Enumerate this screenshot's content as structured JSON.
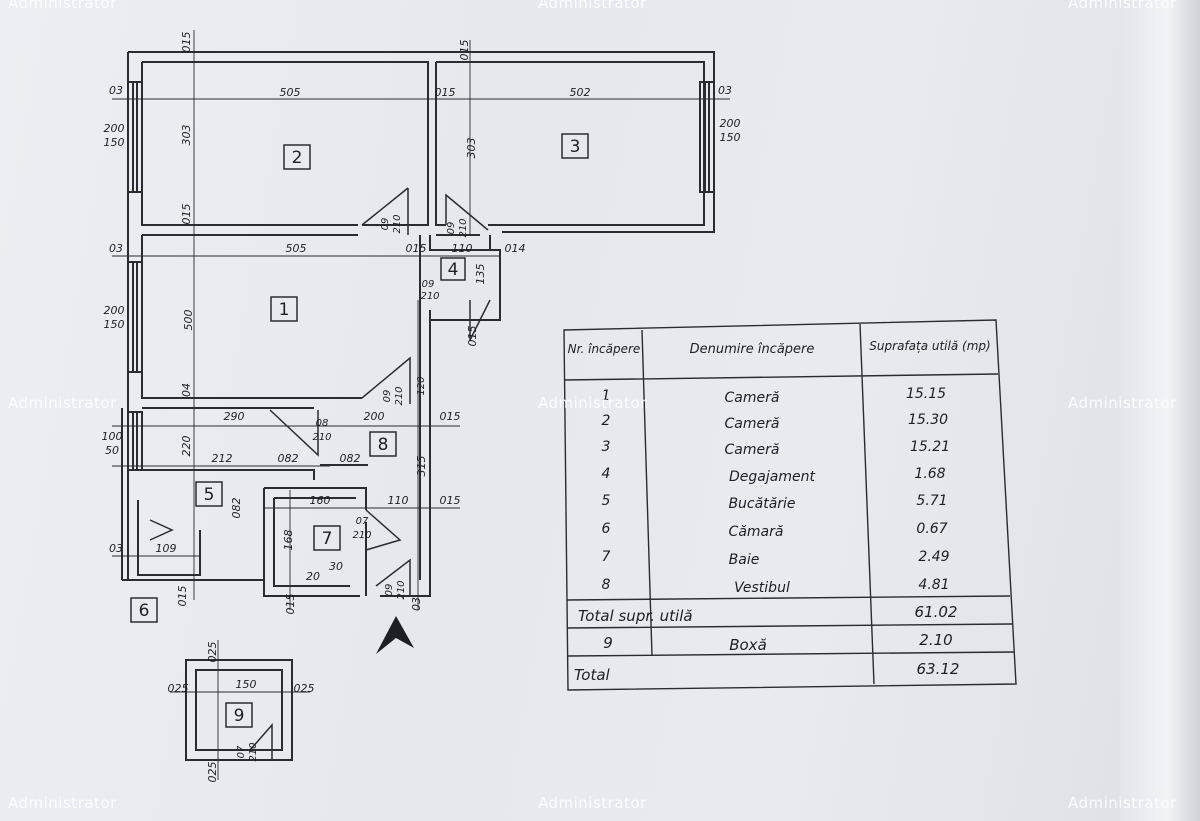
{
  "watermark": "Administrator",
  "plan": {
    "rooms": [
      {
        "id": "1"
      },
      {
        "id": "2"
      },
      {
        "id": "3"
      },
      {
        "id": "4"
      },
      {
        "id": "5"
      },
      {
        "id": "6"
      },
      {
        "id": "7"
      },
      {
        "id": "8"
      },
      {
        "id": "9"
      }
    ],
    "dims": {
      "d505a": "505",
      "d502": "502",
      "d505b": "505",
      "d303a": "303",
      "d303b": "303",
      "d500": "500",
      "d290": "290",
      "d200": "200",
      "d220": "220",
      "d212": "212",
      "d160": "160",
      "d110": "110",
      "d315": "315",
      "d082a": "082",
      "d082b": "082",
      "d082c": "082",
      "d109": "109",
      "d168": "168",
      "d135": "135",
      "d150": "150",
      "d110b": "110",
      "win1": "200",
      "win1b": "150",
      "win2": "200",
      "win2b": "150",
      "win3": "200",
      "win3b": "150",
      "win4": "100",
      "win4b": "50",
      "t03a": "03",
      "t03b": "03",
      "t03c": "03",
      "t03d": "03",
      "t03e": "03",
      "t015a": "015",
      "t015b": "015",
      "t015c": "015",
      "t015d": "015",
      "t015e": "015",
      "t015f": "015",
      "t015g": "015",
      "t014": "014",
      "t015h": "015",
      "t015i": "015",
      "t015j": "015",
      "t025a": "025",
      "t025b": "025",
      "t025c": "025",
      "t025d": "025",
      "door1": "09",
      "door1b": "210",
      "door2": "09",
      "door2b": "210",
      "door3": "09",
      "door3b": "210",
      "door4": "09",
      "door4b": "210",
      "door5": "07",
      "door5b": "210",
      "door6": "09",
      "door6b": "210",
      "door7": "07",
      "door7b": "210",
      "door8": "08",
      "door8b": "210",
      "d30": "30",
      "d20": "20",
      "d04": "04",
      "d120": "120"
    }
  },
  "table": {
    "header": {
      "nr": "Nr. încăpere",
      "name": "Denumire încăpere",
      "area": "Suprafața utilă (mp)"
    },
    "rows": [
      {
        "nr": "1",
        "name": "Cameră",
        "area": "15.15"
      },
      {
        "nr": "2",
        "name": "Cameră",
        "area": "15.30"
      },
      {
        "nr": "3",
        "name": "Cameră",
        "area": "15.21"
      },
      {
        "nr": "4",
        "name": "Degajament",
        "area": "1.68"
      },
      {
        "nr": "5",
        "name": "Bucătărie",
        "area": "5.71"
      },
      {
        "nr": "6",
        "name": "Cămară",
        "area": "0.67"
      },
      {
        "nr": "7",
        "name": "Baie",
        "area": "2.49"
      },
      {
        "nr": "8",
        "name": "Vestibul",
        "area": "4.81"
      }
    ],
    "total_util": {
      "label": "Total supr. utilă",
      "area": "61.02"
    },
    "extra": {
      "nr": "9",
      "name": "Boxă",
      "area": "2.10"
    },
    "total": {
      "label": "Total",
      "area": "63.12"
    }
  }
}
